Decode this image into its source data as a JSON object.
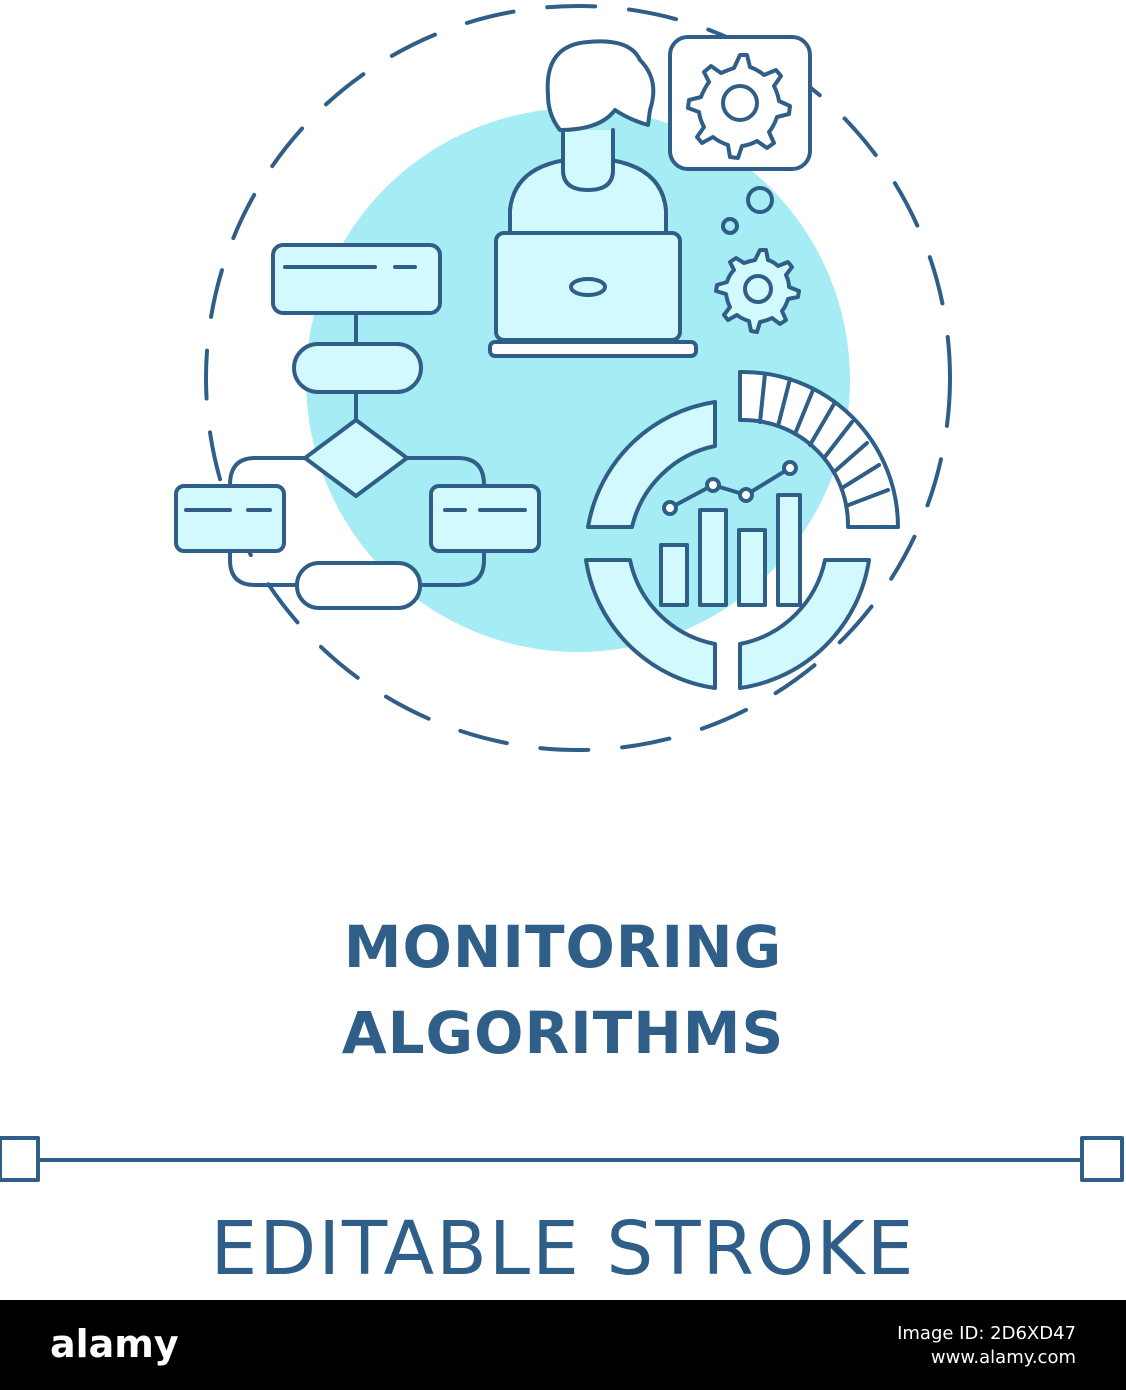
{
  "title": {
    "line1": "MONITORING",
    "line2": "ALGORITHMS"
  },
  "subtitle": "EDITABLE STROKE",
  "footer": {
    "logo": "alamy",
    "image_id_line": "Image ID: 2D6XD47",
    "url": "www.alamy.com"
  },
  "colors": {
    "stroke": "#2f5f88",
    "accent": "#a6ecf4",
    "light_fill": "#d2f9fd"
  },
  "icons": [
    "person-icon",
    "laptop-icon",
    "gear-icon",
    "flowchart-icon",
    "bar-chart-icon",
    "donut-chart-icon"
  ]
}
